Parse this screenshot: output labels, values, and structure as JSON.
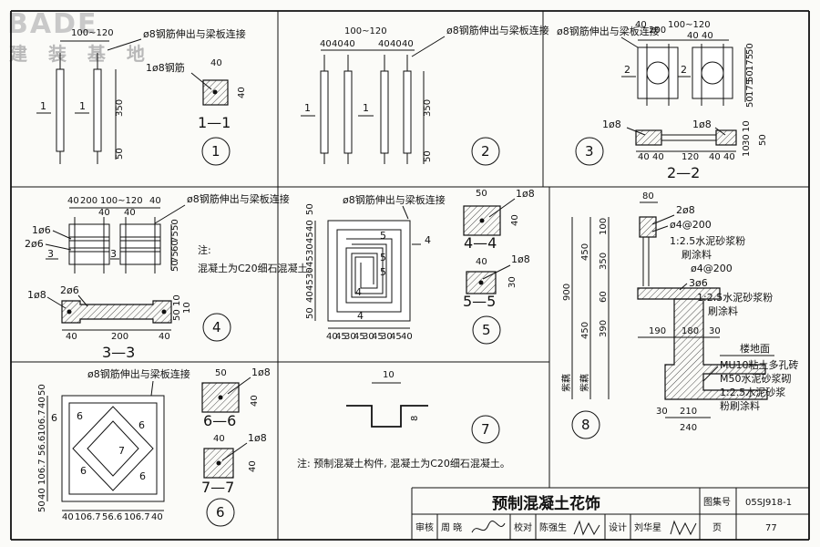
{
  "logo": {
    "latin": "BADE",
    "chinese": "建 装 基 地"
  },
  "drawing": {
    "title": "预制混凝土花饰",
    "atlas_label": "图集号",
    "atlas_no": "05SJ918-1",
    "page_label": "页",
    "page_no": "77"
  },
  "titleblock": {
    "review_label": "审核",
    "review_name": "周 晓",
    "check_label": "校对",
    "check_name": "陈强生",
    "design_label": "设计",
    "design_name": "刘华星"
  },
  "details": {
    "d1": {
      "num": "1",
      "callout": "ø8钢筋伸出与梁板连接",
      "bar": "1ø8钢筋",
      "section": "1—1",
      "dims": [
        "100~120",
        "350",
        "50",
        "40",
        "40"
      ],
      "cut": "1"
    },
    "d2": {
      "num": "2",
      "callout": "ø8钢筋伸出与梁板连接",
      "dims": [
        "100~120",
        "40",
        "40",
        "40",
        "40",
        "40",
        "40",
        "350",
        "50"
      ],
      "cut": "1"
    },
    "d3": {
      "num": "3",
      "callout": "ø8钢筋伸出与梁板连接",
      "section": "2—2",
      "cut": "2",
      "bar": "1ø8",
      "top_dims": [
        "40",
        "200",
        "100~120",
        "40",
        "40"
      ],
      "side_dims": [
        "50",
        "175",
        "50",
        "175",
        "50"
      ],
      "bot_dims": [
        "40",
        "40",
        "120",
        "40",
        "40"
      ],
      "right_dims": [
        "10",
        "30",
        "10",
        "50"
      ]
    },
    "d4": {
      "num": "4",
      "callout": "ø8钢筋伸出与梁板连接",
      "section": "3—3",
      "cut": "3",
      "bar_a": "1ø6",
      "bar_b": "2ø6",
      "bar_c": "1ø8",
      "bar_d": "2ø6",
      "note_title": "注:",
      "note_body": "混凝土为C20细石混凝土。",
      "top_dims": [
        "40",
        "200",
        "100~120",
        "40",
        "40",
        "40"
      ],
      "side_dims": [
        "50",
        "75",
        "60",
        "75",
        "50"
      ],
      "bot_dims": [
        "40",
        "200",
        "40"
      ],
      "right_dims": [
        "10",
        "50",
        "10"
      ]
    },
    "d5": {
      "num": "5",
      "callout": "ø8钢筋伸出与梁板连接",
      "s44": "4—4",
      "s55": "5—5",
      "bar": "1ø8",
      "cut4": "4",
      "cut5": "5",
      "bot_dims": [
        "40",
        "45",
        "30",
        "45",
        "30",
        "45",
        "30",
        "45",
        "40"
      ],
      "left_dims": [
        "50",
        "40",
        "45",
        "30",
        "45",
        "30",
        "45",
        "40",
        "50"
      ],
      "sec_dims": [
        "50",
        "40",
        "40",
        "30"
      ]
    },
    "d6": {
      "num": "6",
      "callout": "ø8钢筋伸出与梁板连接",
      "s66": "6—6",
      "s77": "7—7",
      "bar": "1ø8",
      "cut6": "6",
      "cut7": "7",
      "bot_dims": [
        "40",
        "106.7",
        "56.6",
        "106.7",
        "40"
      ],
      "left_dims": [
        "50",
        "40",
        "106.7",
        "56.6",
        "106.7",
        "40",
        "50"
      ],
      "sec_dims": [
        "50",
        "40",
        "40",
        "40"
      ]
    },
    "d7": {
      "num": "7",
      "dims": [
        "10",
        "8"
      ],
      "note": "注: 预制混凝土构件, 混凝土为C20细石混凝土。"
    },
    "d8": {
      "num": "8",
      "labels": [
        "2ø8",
        "ø4@200",
        "1:2.5水泥砂浆粉",
        "刷涂料",
        "ø4@200",
        "3ø6",
        "1:2.5水泥砂浆粉",
        "刷涂料",
        "楼地面",
        "MU10粘土多孔砖",
        "M50水泥砂浆砌",
        "1:2.5水泥砂浆",
        "粉刷涂料"
      ],
      "dims": [
        "80",
        "900",
        "450",
        "450",
        "100",
        "350",
        "60",
        "390",
        "190",
        "180",
        "30",
        "30",
        "210",
        "240"
      ],
      "left_text": [
        "紫藕",
        "紫藕"
      ]
    }
  }
}
